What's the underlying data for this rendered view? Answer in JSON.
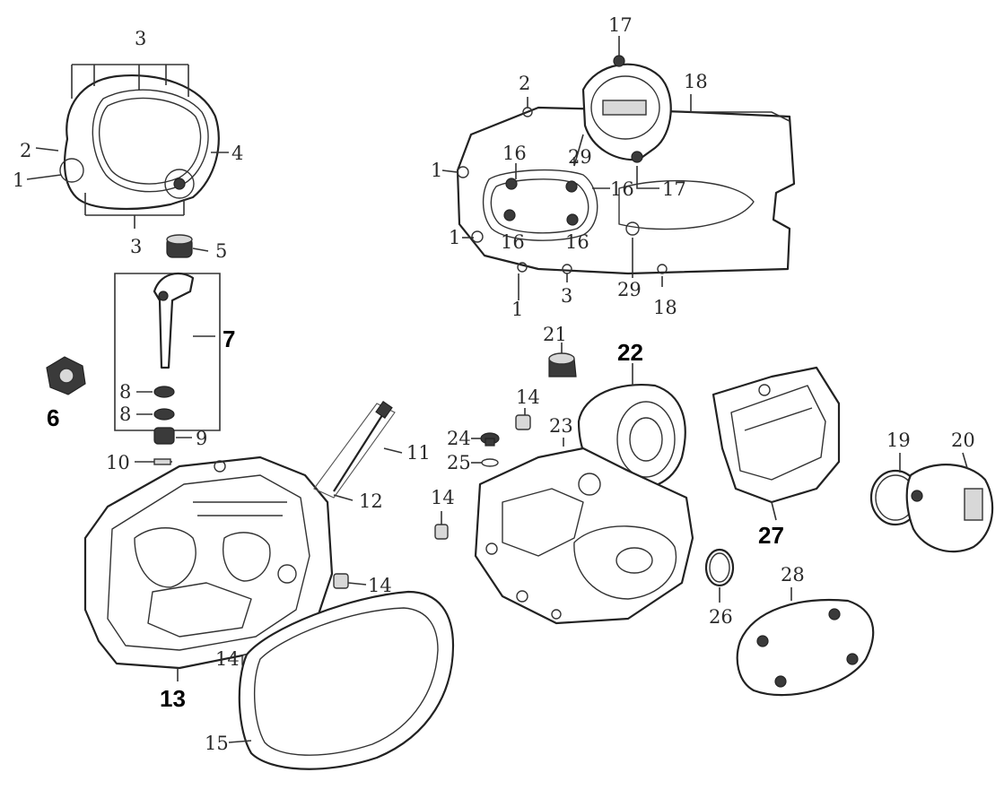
{
  "callouts": [
    {
      "id": "c3a",
      "text": "3"
    },
    {
      "id": "c2a",
      "text": "2"
    },
    {
      "id": "c1a",
      "text": "1"
    },
    {
      "id": "c4",
      "text": "4"
    },
    {
      "id": "c3b",
      "text": "3"
    },
    {
      "id": "c5",
      "text": "5"
    },
    {
      "id": "c7",
      "text": "7",
      "bold": true
    },
    {
      "id": "c6",
      "text": "6",
      "bold": true
    },
    {
      "id": "c8a",
      "text": "8"
    },
    {
      "id": "c8b",
      "text": "8"
    },
    {
      "id": "c9",
      "text": "9"
    },
    {
      "id": "c10",
      "text": "10"
    },
    {
      "id": "c11",
      "text": "11"
    },
    {
      "id": "c12",
      "text": "12"
    },
    {
      "id": "c13",
      "text": "13",
      "bold": true
    },
    {
      "id": "c14a",
      "text": "14"
    },
    {
      "id": "c14b",
      "text": "14"
    },
    {
      "id": "c14c",
      "text": "14"
    },
    {
      "id": "c14d",
      "text": "14"
    },
    {
      "id": "c15",
      "text": "15"
    },
    {
      "id": "c17a",
      "text": "17"
    },
    {
      "id": "c2b",
      "text": "2"
    },
    {
      "id": "c18a",
      "text": "18"
    },
    {
      "id": "c16a",
      "text": "16"
    },
    {
      "id": "c29a",
      "text": "29"
    },
    {
      "id": "c1b",
      "text": "1"
    },
    {
      "id": "c16b",
      "text": "16"
    },
    {
      "id": "c17b",
      "text": "17"
    },
    {
      "id": "c1c",
      "text": "1"
    },
    {
      "id": "c16c",
      "text": "16"
    },
    {
      "id": "c16d",
      "text": "16"
    },
    {
      "id": "c1d",
      "text": "1"
    },
    {
      "id": "c3c",
      "text": "3"
    },
    {
      "id": "c29b",
      "text": "29"
    },
    {
      "id": "c18b",
      "text": "18"
    },
    {
      "id": "c21",
      "text": "21"
    },
    {
      "id": "c22",
      "text": "22",
      "bold": true
    },
    {
      "id": "c24",
      "text": "24"
    },
    {
      "id": "c23",
      "text": "23"
    },
    {
      "id": "c25",
      "text": "25"
    },
    {
      "id": "c27",
      "text": "27",
      "bold": true
    },
    {
      "id": "c19",
      "text": "19"
    },
    {
      "id": "c20",
      "text": "20"
    },
    {
      "id": "c26",
      "text": "26"
    },
    {
      "id": "c28",
      "text": "28"
    }
  ]
}
